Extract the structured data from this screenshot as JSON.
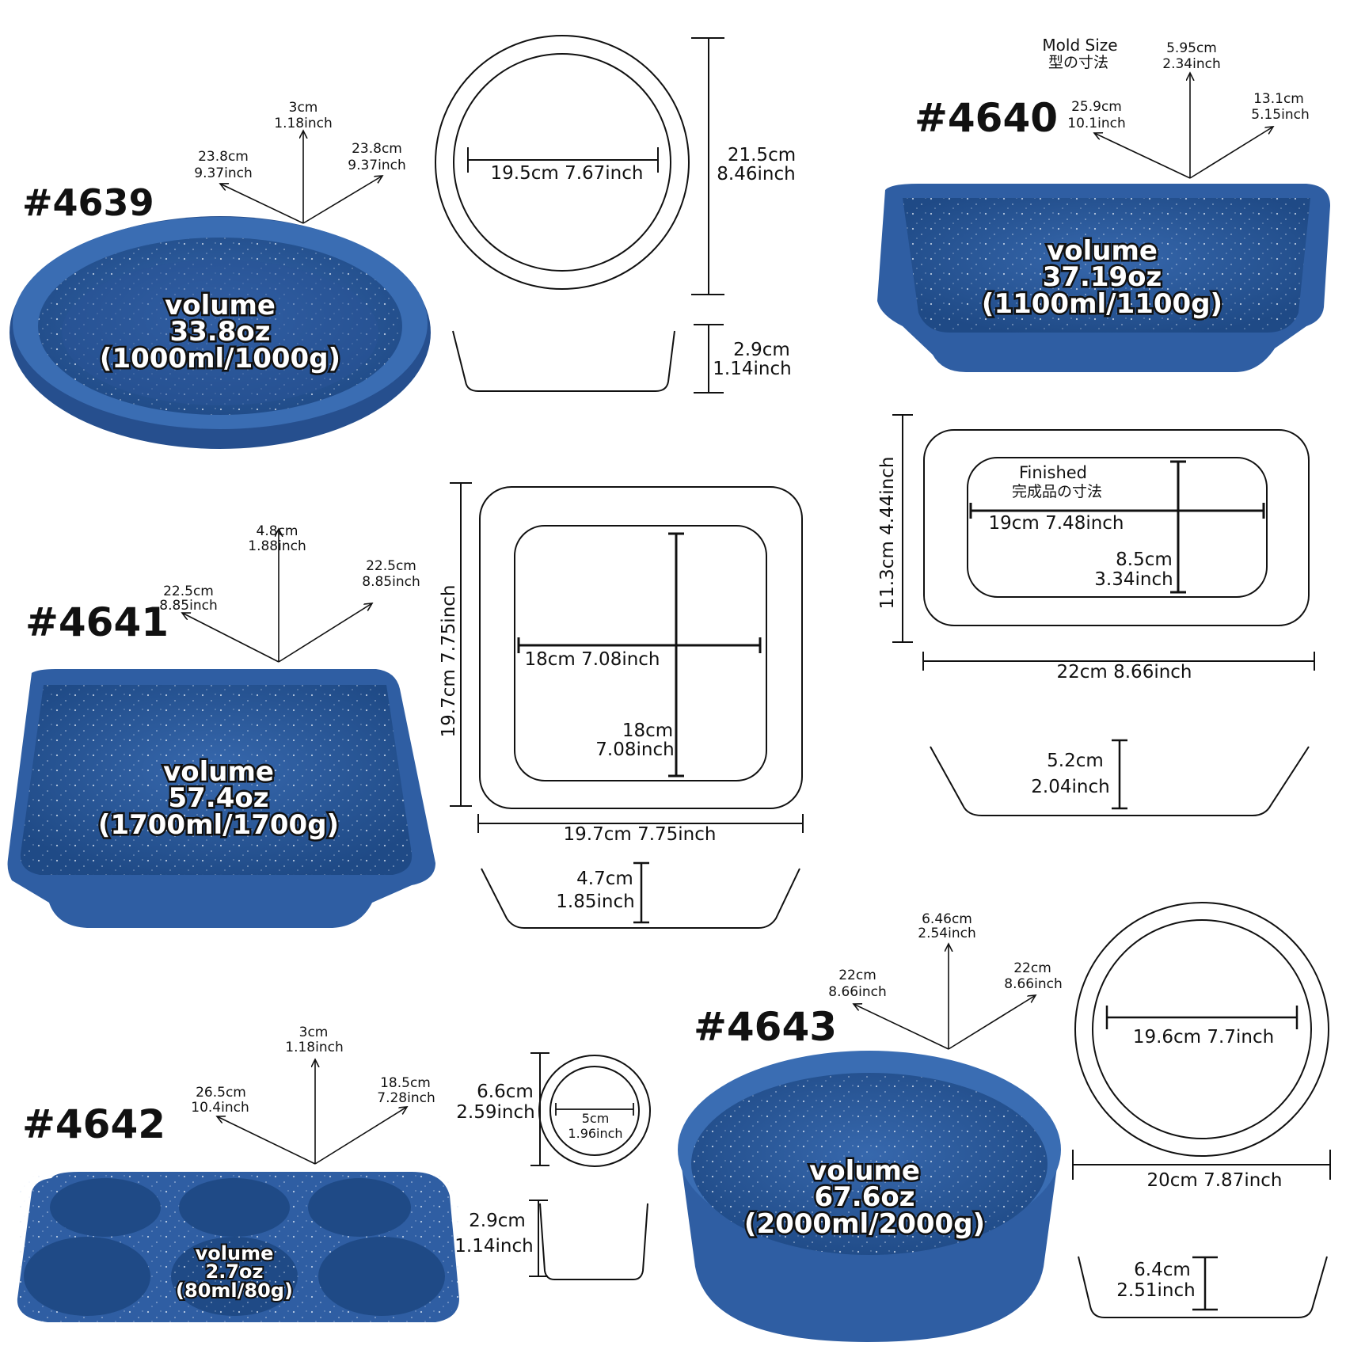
{
  "colors": {
    "pan_blue": "#2f5ea3",
    "pan_dark": "#1f3f73",
    "pan_light": "#4a7cc4",
    "speckle": "#e8eef8"
  },
  "header": {
    "mold_size_en": "Mold Size",
    "mold_size_jp": "型の寸法"
  },
  "pans": {
    "p4639": {
      "model": "#4639",
      "volume": [
        "volume",
        "33.8oz",
        "(1000ml/1000g)"
      ],
      "axis_up": [
        "3cm",
        "1.18inch"
      ],
      "axis_left": [
        "23.8cm",
        "9.37inch"
      ],
      "axis_right": [
        "23.8cm",
        "9.37inch"
      ],
      "inner_diameter": "19.5cm 7.67inch",
      "outer_diameter": [
        "21.5cm",
        "8.46inch"
      ],
      "depth": [
        "2.9cm",
        "1.14inch"
      ]
    },
    "p4640": {
      "model": "#4640",
      "volume": [
        "volume",
        "37.19oz",
        "(1100ml/1100g)"
      ],
      "axis_up": [
        "5.95cm",
        "2.34inch"
      ],
      "axis_left": [
        "25.9cm",
        "10.1inch"
      ],
      "axis_right": [
        "13.1cm",
        "5.15inch"
      ],
      "finished_en": "Finished",
      "finished_jp": "完成品の寸法",
      "inner_length": "19cm  7.48inch",
      "inner_width": [
        "8.5cm",
        "3.34inch"
      ],
      "outer_width": "11.3cm  4.44inch",
      "outer_length": "22cm  8.66inch",
      "depth": [
        "5.2cm",
        "2.04inch"
      ]
    },
    "p4641": {
      "model": "#4641",
      "volume": [
        "volume",
        "57.4oz",
        "(1700ml/1700g)"
      ],
      "axis_up": [
        "4.8cm",
        "1.88inch"
      ],
      "axis_left": [
        "22.5cm",
        "8.85inch"
      ],
      "axis_right": [
        "22.5cm",
        "8.85inch"
      ],
      "inner_horizontal": "18cm 7.08inch",
      "inner_vertical": [
        "18cm",
        "7.08inch"
      ],
      "outer_vertical": "19.7cm  7.75inch",
      "outer_horizontal": "19.7cm  7.75inch",
      "depth": [
        "4.7cm",
        "1.85inch"
      ]
    },
    "p4642": {
      "model": "#4642",
      "volume": [
        "volume",
        "2.7oz",
        "(80ml/80g)"
      ],
      "axis_up": [
        "3cm",
        "1.18inch"
      ],
      "axis_left": [
        "26.5cm",
        "10.4inch"
      ],
      "axis_right": [
        "18.5cm",
        "7.28inch"
      ],
      "cup_inner": [
        "5cm",
        "1.96inch"
      ],
      "cup_outer": [
        "6.6cm",
        "2.59inch"
      ],
      "depth": [
        "2.9cm",
        "1.14inch"
      ]
    },
    "p4643": {
      "model": "#4643",
      "volume": [
        "volume",
        "67.6oz",
        "(2000ml/2000g)"
      ],
      "axis_up": [
        "6.46cm",
        "2.54inch"
      ],
      "axis_left": [
        "22cm",
        "8.66inch"
      ],
      "axis_right": [
        "22cm",
        "8.66inch"
      ],
      "inner_diameter": "19.6cm   7.7inch",
      "outer_diameter": "20cm  7.87inch",
      "depth": [
        "6.4cm",
        "2.51inch"
      ]
    }
  }
}
